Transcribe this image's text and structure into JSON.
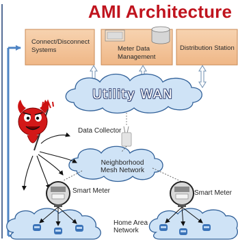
{
  "title": "AMI Architecture",
  "boxes": {
    "connect": "Connect/Disconnect Systems",
    "mdm": "Meter Data Management",
    "distribution": "Distribution Station"
  },
  "wan": "Utility WAN",
  "collector": "Data Collector",
  "nan": "Neighborhood Mesh Network",
  "meter_left": "Smart Meter",
  "meter_right": "Smart Meter",
  "han": "Home Area Network",
  "colors": {
    "title": "#c0141e",
    "box_fill": "#f4c79f",
    "box_stroke": "#c98a55",
    "cloud_fill": "#cfe3f6",
    "cloud_stroke": "#2f5f98",
    "arrow_blue": "#4e84c4",
    "attacker_red": "#cc1111"
  }
}
